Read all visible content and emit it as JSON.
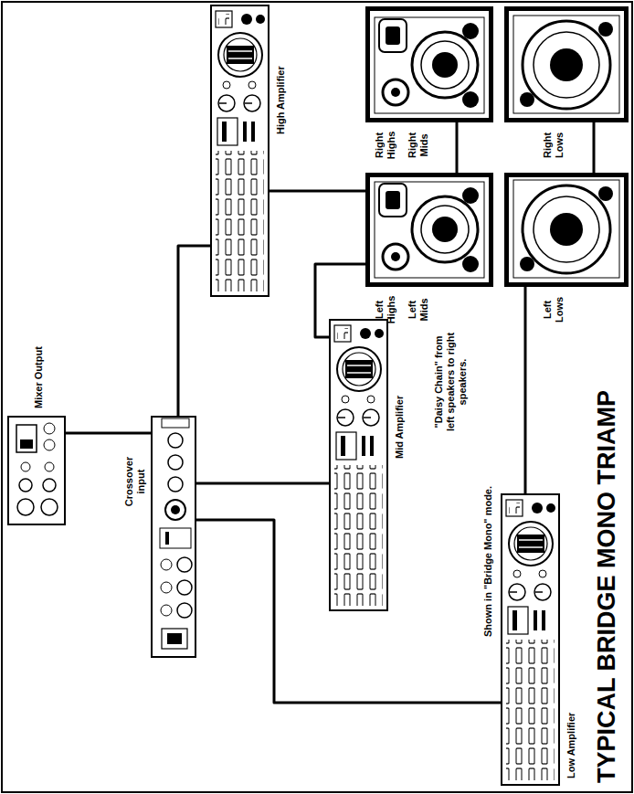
{
  "diagram": {
    "title": "TYPICAL BRIDGE MONO TRIAMP",
    "nodes": [
      {
        "text": [
          "Mixer Output"
        ]
      },
      {
        "text": [
          "Crossover input"
        ]
      },
      {
        "text": [
          "High Amplifier"
        ]
      },
      {
        "text": [
          "Mid Amplifier"
        ]
      },
      {
        "text": [
          "Low Amplifier"
        ]
      },
      {
        "text": [
          "Left Highs",
          "Left Mids"
        ]
      },
      {
        "text": [
          "Left Lows"
        ]
      },
      {
        "text": [
          "Right Highs",
          "Right Mids"
        ]
      },
      {
        "text": [
          "Right Lows"
        ]
      }
    ],
    "edges": [
      {
        "from": 0,
        "to": 1,
        "arrow": "none"
      },
      {
        "from": 1,
        "to": 2,
        "arrow": "none"
      },
      {
        "from": 1,
        "to": 3,
        "arrow": "none"
      },
      {
        "from": 1,
        "to": 4,
        "arrow": "none"
      },
      {
        "from": 2,
        "to": 5,
        "arrow": "none"
      },
      {
        "from": 3,
        "to": 5,
        "arrow": "none"
      },
      {
        "from": 4,
        "to": 6,
        "arrow": "none"
      },
      {
        "from": 5,
        "to": 7,
        "arrow": "none"
      },
      {
        "from": 6,
        "to": 8,
        "arrow": "none"
      }
    ],
    "labels": [
      "\"Daisy Chain\" from left speakers to right speakers.",
      "Shown in \"Bridge Mono\" mode."
    ]
  }
}
